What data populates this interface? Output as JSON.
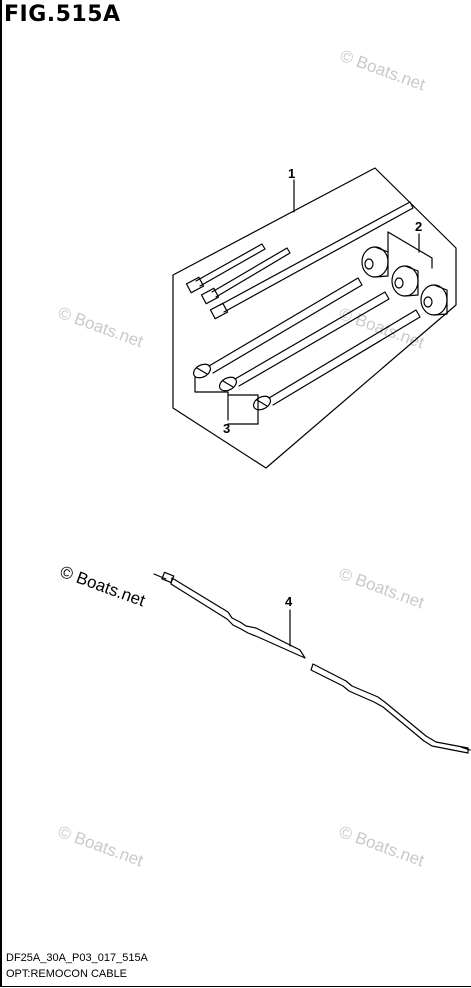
{
  "figure_title": "FIG.515A",
  "footer": {
    "code": "DF25A_30A_P03_017_515A",
    "name": "OPT:REMOCON CABLE"
  },
  "callouts": {
    "c1": "1",
    "c2": "2",
    "c3": "3",
    "c4": "4"
  },
  "watermark": "© Boats.net",
  "watermark_main": "© Boats.net"
}
